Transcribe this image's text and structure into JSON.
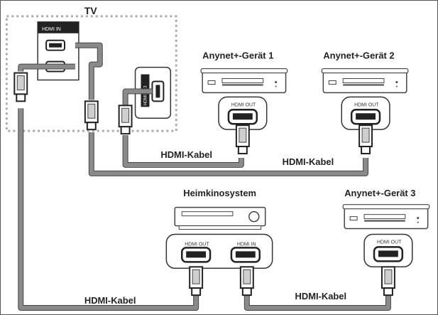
{
  "labels": {
    "tv": "TV",
    "device1": "Anynet+-Gerät 1",
    "device2": "Anynet+-Gerät 2",
    "device3": "Anynet+-Gerät 3",
    "home_theater": "Heimkinosystem"
  },
  "tv_ports": {
    "main_panel": "HDMI IN",
    "side_panel": "HDMI IN 3"
  },
  "ports": {
    "device1_out": "HDMI OUT",
    "device2_out": "HDMI OUT",
    "device3_out": "HDMI OUT",
    "ht_out": "HDMI OUT",
    "ht_in": "HDMI IN"
  },
  "cables": {
    "c1": "HDMI-Kabel",
    "c2": "HDMI-Kabel",
    "c3": "HDMI-Kabel",
    "c4": "HDMI-Kabel"
  }
}
